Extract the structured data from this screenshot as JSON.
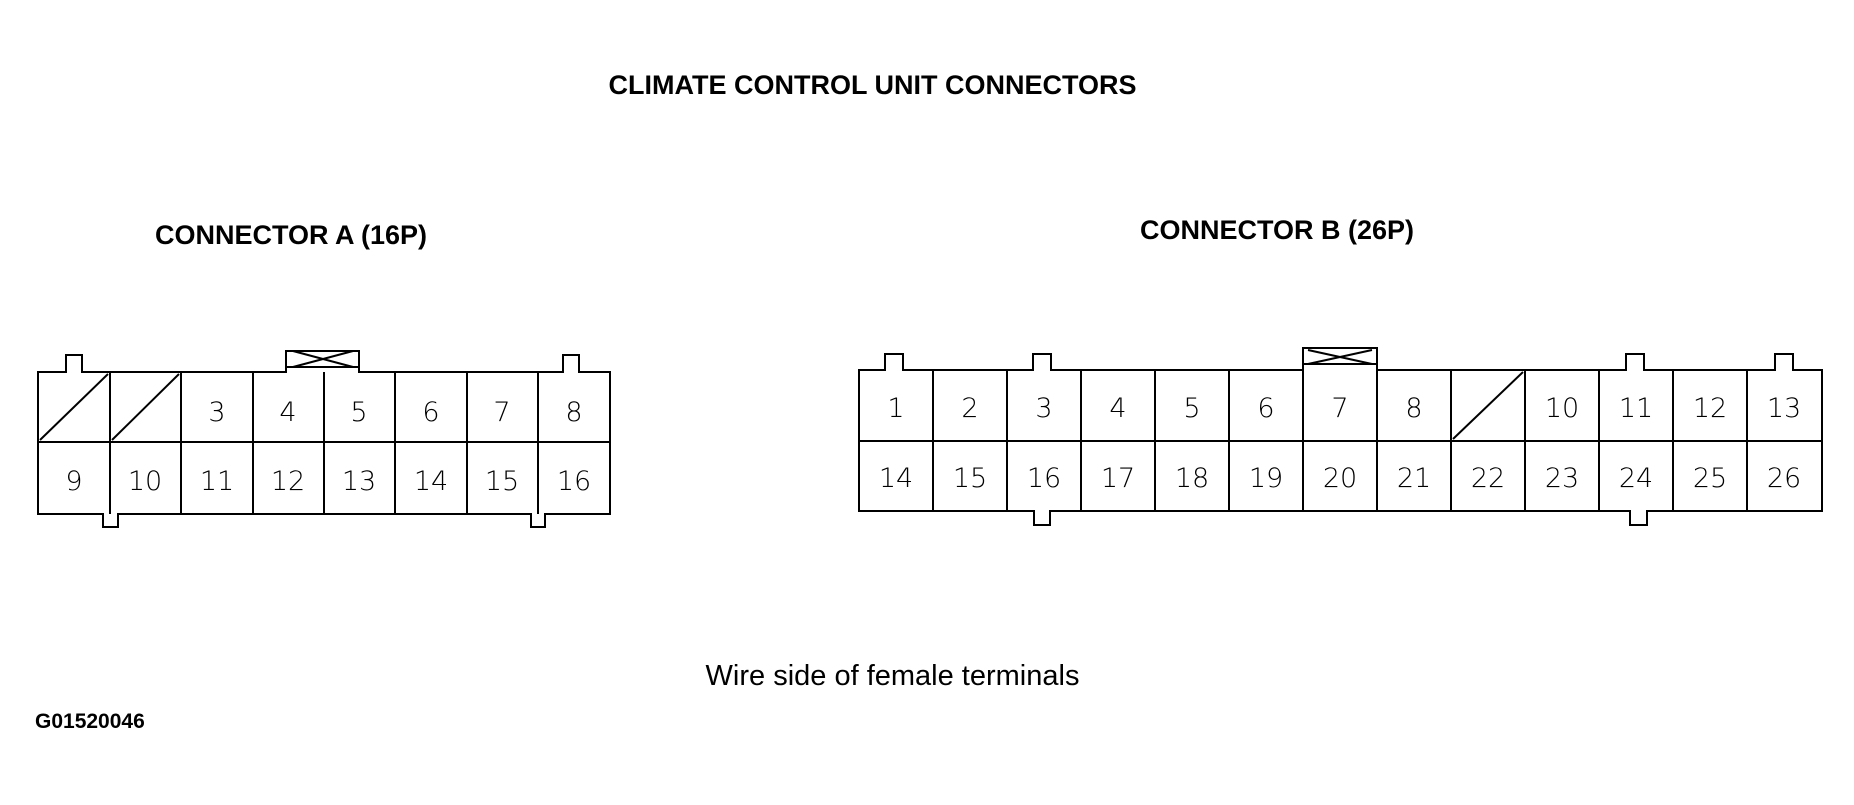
{
  "title": "CLIMATE CONTROL UNIT CONNECTORS",
  "caption": "Wire side of female terminals",
  "code": "G01520046",
  "connectors": [
    {
      "id": "A",
      "label": "CONNECTOR A (16P)",
      "top_row": [
        "",
        "",
        "3",
        "4",
        "5",
        "6",
        "7",
        "8"
      ],
      "bottom_row": [
        "9",
        "10",
        "11",
        "12",
        "13",
        "14",
        "15",
        "16"
      ],
      "unused_cells": [
        "1",
        "2"
      ]
    },
    {
      "id": "B",
      "label": "CONNECTOR B (26P)",
      "top_row": [
        "1",
        "2",
        "3",
        "4",
        "5",
        "6",
        "7",
        "8",
        "",
        "10",
        "11",
        "12",
        "13"
      ],
      "bottom_row": [
        "14",
        "15",
        "16",
        "17",
        "18",
        "19",
        "20",
        "21",
        "22",
        "23",
        "24",
        "25",
        "26"
      ],
      "unused_cells": [
        "9"
      ]
    }
  ]
}
